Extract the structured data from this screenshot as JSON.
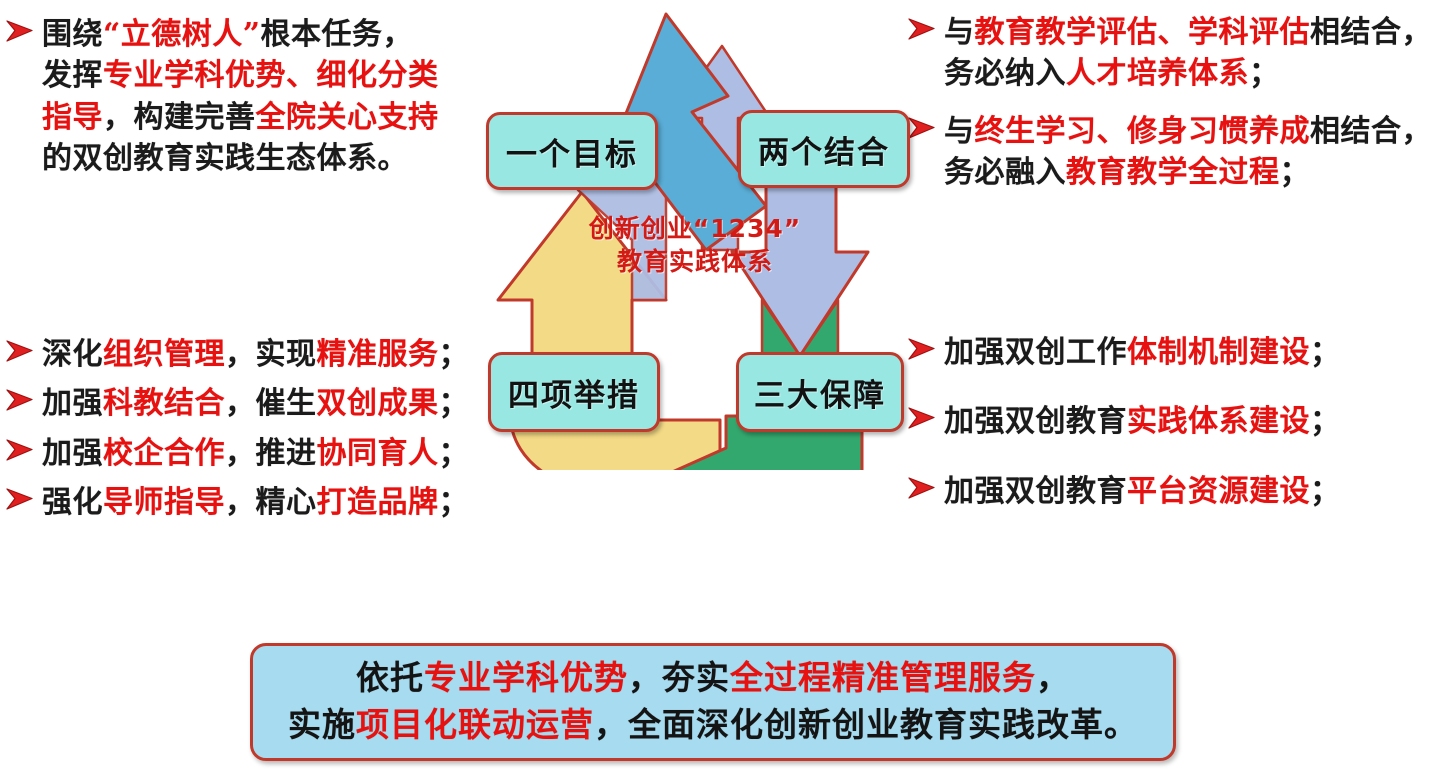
{
  "colors": {
    "accent_red": "#e8110f",
    "border_red": "#c0392b",
    "node_fill": "#99e7e2",
    "banner_fill": "#a7dbef",
    "arrow_blue": "#5aadd6",
    "arrow_lavender": "#aebde3",
    "arrow_green": "#33a86e",
    "arrow_gold": "#f3da86",
    "text_dark": "#1b1b1b"
  },
  "top_left": {
    "bullets": [
      {
        "marker_icon": "red-arrow-bullet-icon",
        "lines": [
          [
            {
              "t": "围绕",
              "hl": false
            },
            {
              "t": "“立德树人”",
              "hl": true
            },
            {
              "t": "根本任务，",
              "hl": false
            }
          ],
          [
            {
              "t": "发挥",
              "hl": false
            },
            {
              "t": "专业学科优势、细化分类",
              "hl": true
            }
          ],
          [
            {
              "t": "指导",
              "hl": true
            },
            {
              "t": "，构建完善",
              "hl": false
            },
            {
              "t": "全院关心支持",
              "hl": true
            }
          ],
          [
            {
              "t": "的双创教育实践生态体系。",
              "hl": false
            }
          ]
        ]
      }
    ]
  },
  "bottom_left": {
    "bullets": [
      {
        "marker_icon": "red-arrow-bullet-icon",
        "lines": [
          [
            {
              "t": "深化",
              "hl": false
            },
            {
              "t": "组织管理",
              "hl": true
            },
            {
              "t": "，实现",
              "hl": false
            },
            {
              "t": "精准服务",
              "hl": true
            },
            {
              "t": "；",
              "hl": false
            }
          ]
        ]
      },
      {
        "marker_icon": "red-arrow-bullet-icon",
        "lines": [
          [
            {
              "t": "加强",
              "hl": false
            },
            {
              "t": "科教结合",
              "hl": true
            },
            {
              "t": "，催生",
              "hl": false
            },
            {
              "t": "双创成果",
              "hl": true
            },
            {
              "t": "；",
              "hl": false
            }
          ]
        ]
      },
      {
        "marker_icon": "red-arrow-bullet-icon",
        "lines": [
          [
            {
              "t": "加强",
              "hl": false
            },
            {
              "t": "校企合作",
              "hl": true
            },
            {
              "t": "，推进",
              "hl": false
            },
            {
              "t": "协同育人",
              "hl": true
            },
            {
              "t": "；",
              "hl": false
            }
          ]
        ]
      },
      {
        "marker_icon": "red-arrow-bullet-icon",
        "lines": [
          [
            {
              "t": "强化",
              "hl": false
            },
            {
              "t": "导师指导",
              "hl": true
            },
            {
              "t": "，精心",
              "hl": false
            },
            {
              "t": "打造品牌",
              "hl": true
            },
            {
              "t": "；",
              "hl": false
            }
          ]
        ]
      }
    ]
  },
  "top_right": {
    "bullets": [
      {
        "marker_icon": "red-arrow-bullet-icon",
        "lines": [
          [
            {
              "t": "与",
              "hl": false
            },
            {
              "t": "教育教学评估、学科评估",
              "hl": true
            },
            {
              "t": "相结合，",
              "hl": false
            }
          ],
          [
            {
              "t": "务必纳入",
              "hl": false
            },
            {
              "t": "人才培养体系",
              "hl": true
            },
            {
              "t": "；",
              "hl": false
            }
          ]
        ]
      },
      {
        "marker_icon": "red-arrow-bullet-icon",
        "lines": [
          [
            {
              "t": "与",
              "hl": false
            },
            {
              "t": "终生学习、修身习惯养成",
              "hl": true
            },
            {
              "t": "相结合，",
              "hl": false
            }
          ],
          [
            {
              "t": "务必融入",
              "hl": false
            },
            {
              "t": "教育教学全过程",
              "hl": true
            },
            {
              "t": "；",
              "hl": false
            }
          ]
        ]
      }
    ]
  },
  "bottom_right": {
    "bullets": [
      {
        "marker_icon": "red-arrow-bullet-icon",
        "lines": [
          [
            {
              "t": "加强双创工作",
              "hl": false
            },
            {
              "t": "体制机制建设",
              "hl": true
            },
            {
              "t": "；",
              "hl": false
            }
          ]
        ]
      },
      {
        "marker_icon": "red-arrow-bullet-icon",
        "lines": [
          [
            {
              "t": "加强双创教育",
              "hl": false
            },
            {
              "t": "实践体系建设",
              "hl": true
            },
            {
              "t": "；",
              "hl": false
            }
          ]
        ]
      },
      {
        "marker_icon": "red-arrow-bullet-icon",
        "lines": [
          [
            {
              "t": "加强双创教育",
              "hl": false
            },
            {
              "t": "平台资源建设",
              "hl": true
            },
            {
              "t": "；",
              "hl": false
            }
          ]
        ]
      }
    ]
  },
  "cycle": {
    "center_label_line1": "创新创业“1234”",
    "center_label_line2": "教育实践体系",
    "nodes": {
      "goal": "一个目标",
      "combine": "两个结合",
      "guarantee": "三大保障",
      "measures": "四项举措"
    },
    "arrows": [
      {
        "name": "arrow-top-blue",
        "color": "#5aadd6",
        "direction": "up-right"
      },
      {
        "name": "arrow-right-lavender",
        "color": "#aebde3",
        "direction": "down"
      },
      {
        "name": "arrow-bottom-green",
        "color": "#33a86e",
        "direction": "left"
      },
      {
        "name": "arrow-left-gold",
        "color": "#f3da86",
        "direction": "up"
      }
    ]
  },
  "banner": {
    "lines": [
      [
        {
          "t": "依托",
          "hl": false
        },
        {
          "t": "专业学科优势",
          "hl": true
        },
        {
          "t": "，夯实",
          "hl": false
        },
        {
          "t": "全过程精准管理服务",
          "hl": true
        },
        {
          "t": "，",
          "hl": false
        }
      ],
      [
        {
          "t": "实施",
          "hl": false
        },
        {
          "t": "项目化联动运营",
          "hl": true
        },
        {
          "t": "，全面深化创新创业教育实践改革。",
          "hl": false
        }
      ]
    ]
  }
}
